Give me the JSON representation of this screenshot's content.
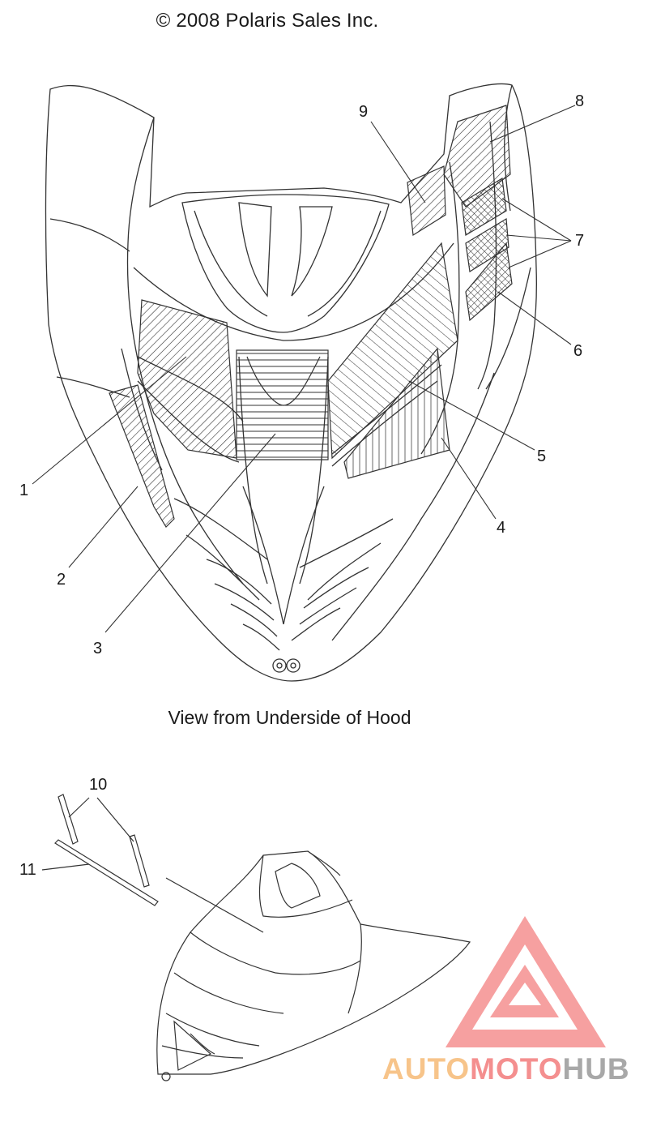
{
  "copyright": "© 2008 Polaris Sales Inc.",
  "view_caption": "View from Underside of Hood",
  "callouts": [
    {
      "id": "c1",
      "label": "1"
    },
    {
      "id": "c2",
      "label": "2"
    },
    {
      "id": "c3",
      "label": "3"
    },
    {
      "id": "c4",
      "label": "4"
    },
    {
      "id": "c5",
      "label": "5"
    },
    {
      "id": "c6",
      "label": "6"
    },
    {
      "id": "c7",
      "label": "7"
    },
    {
      "id": "c8",
      "label": "8"
    },
    {
      "id": "c9",
      "label": "9"
    },
    {
      "id": "c10",
      "label": "10"
    },
    {
      "id": "c11",
      "label": "11"
    }
  ],
  "watermark": {
    "part1": "AUTO",
    "part2": "MOTO",
    "part3": "HUB",
    "color_auto": "#f7c48a",
    "color_moto": "#f48f8f",
    "color_hub": "#a8a8a8"
  }
}
